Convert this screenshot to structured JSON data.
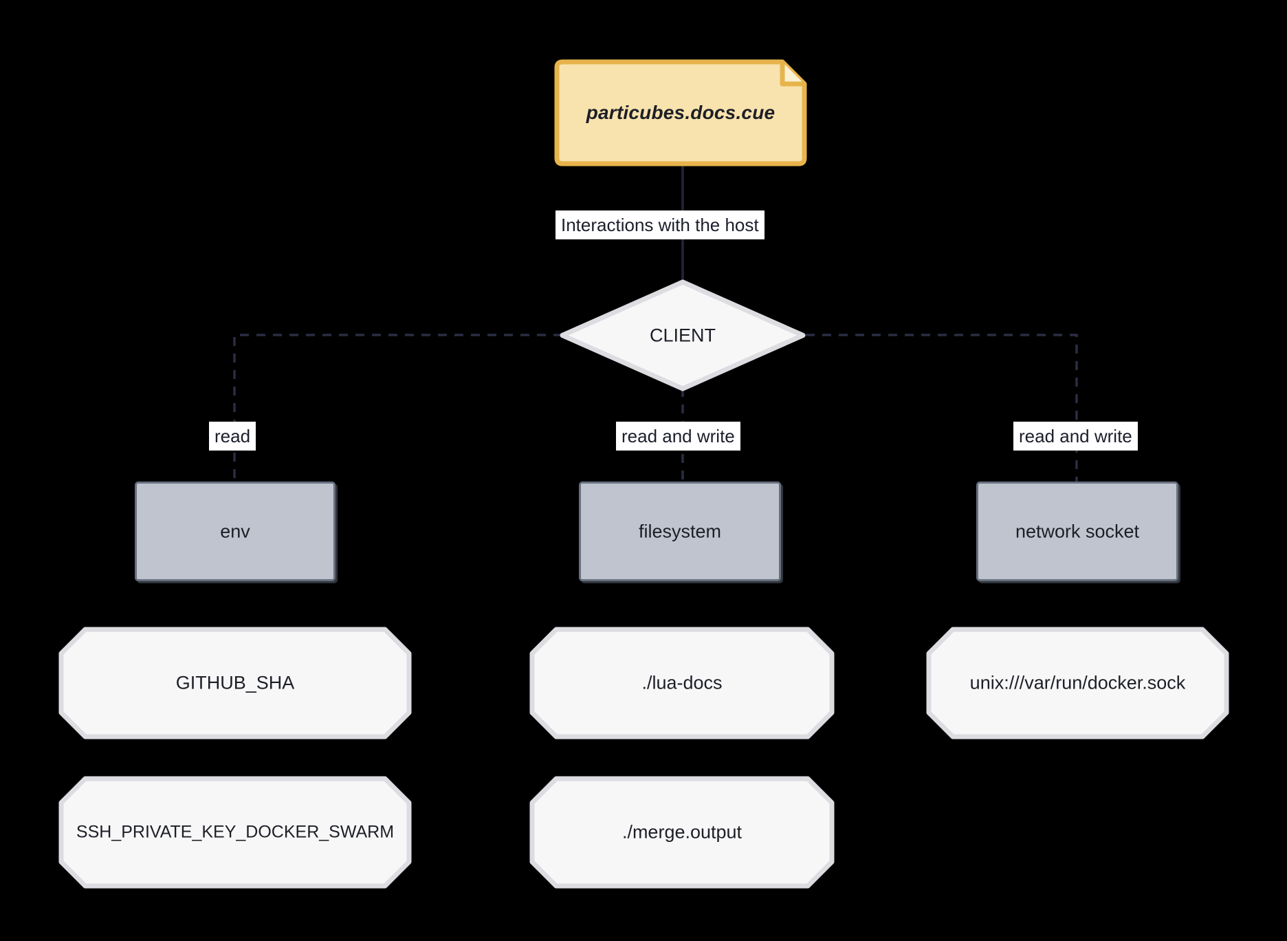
{
  "diagram": {
    "type": "flowchart",
    "background": "#000000",
    "colors": {
      "note_fill": "#f8e3ae",
      "note_border": "#e7b44c",
      "note_fold": "#fbf0d2",
      "shape_fill": "#f7f7f8",
      "shape_border": "#dcdce1",
      "rect_fill": "#bfc4ce",
      "rect_border": "#68707f",
      "edge_solid": "#23263a",
      "edge_dashed": "#2a2e43",
      "label_bg": "#ffffff",
      "text": "#1d1f26"
    },
    "nodes": {
      "note": {
        "label": "particubes.docs.cue",
        "shape": "note"
      },
      "client": {
        "label": "CLIENT",
        "shape": "diamond"
      },
      "env": {
        "label": "env",
        "shape": "rect"
      },
      "filesystem": {
        "label": "filesystem",
        "shape": "rect"
      },
      "network_socket": {
        "label": "network socket",
        "shape": "rect"
      },
      "github_sha": {
        "label": "GITHUB_SHA",
        "shape": "octagon"
      },
      "ssh_private_key": {
        "label": "SSH_PRIVATE_KEY_DOCKER_SWARM",
        "shape": "octagon"
      },
      "lua_docs": {
        "label": "./lua-docs",
        "shape": "octagon"
      },
      "merge_output": {
        "label": "./merge.output",
        "shape": "octagon"
      },
      "docker_sock": {
        "label": "unix:///var/run/docker.sock",
        "shape": "octagon"
      }
    },
    "edges": [
      {
        "from": "note",
        "to": "client",
        "label": "Interactions with the host",
        "style": "solid"
      },
      {
        "from": "client",
        "to": "env",
        "label": "read",
        "style": "dashed"
      },
      {
        "from": "client",
        "to": "filesystem",
        "label": "read and write",
        "style": "dashed"
      },
      {
        "from": "client",
        "to": "network_socket",
        "label": "read and write",
        "style": "dashed"
      }
    ]
  }
}
